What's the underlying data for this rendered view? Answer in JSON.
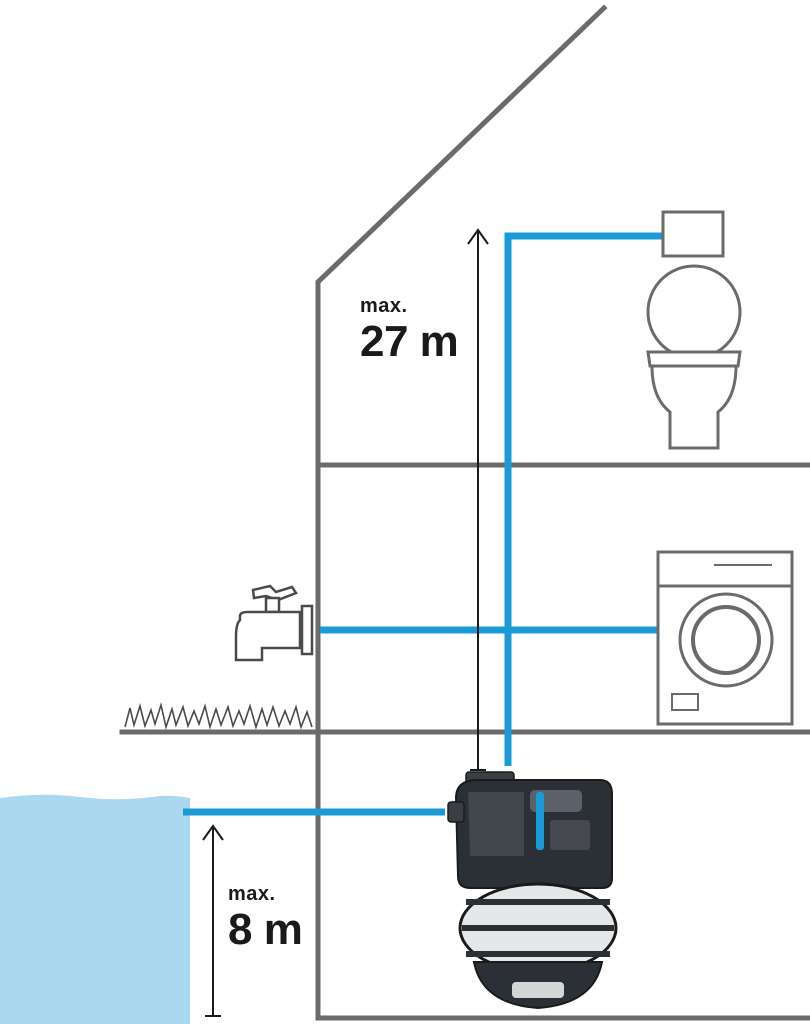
{
  "labels": {
    "upper": {
      "prefix": "max.",
      "value": "27 m"
    },
    "lower": {
      "prefix": "max.",
      "value": "8 m"
    }
  },
  "colors": {
    "pipe": "#1a9ad6",
    "water": "#aad8f0",
    "wall": "#6b6b6b",
    "line": "#1a1a1a",
    "pump_body": "#2b3036",
    "pump_accent": "#1a9ad6"
  },
  "icons": [
    "house-outline",
    "toilet-icon",
    "washing-machine-icon",
    "garden-tap-icon",
    "grass-icon",
    "water-tank",
    "pump-icon"
  ]
}
